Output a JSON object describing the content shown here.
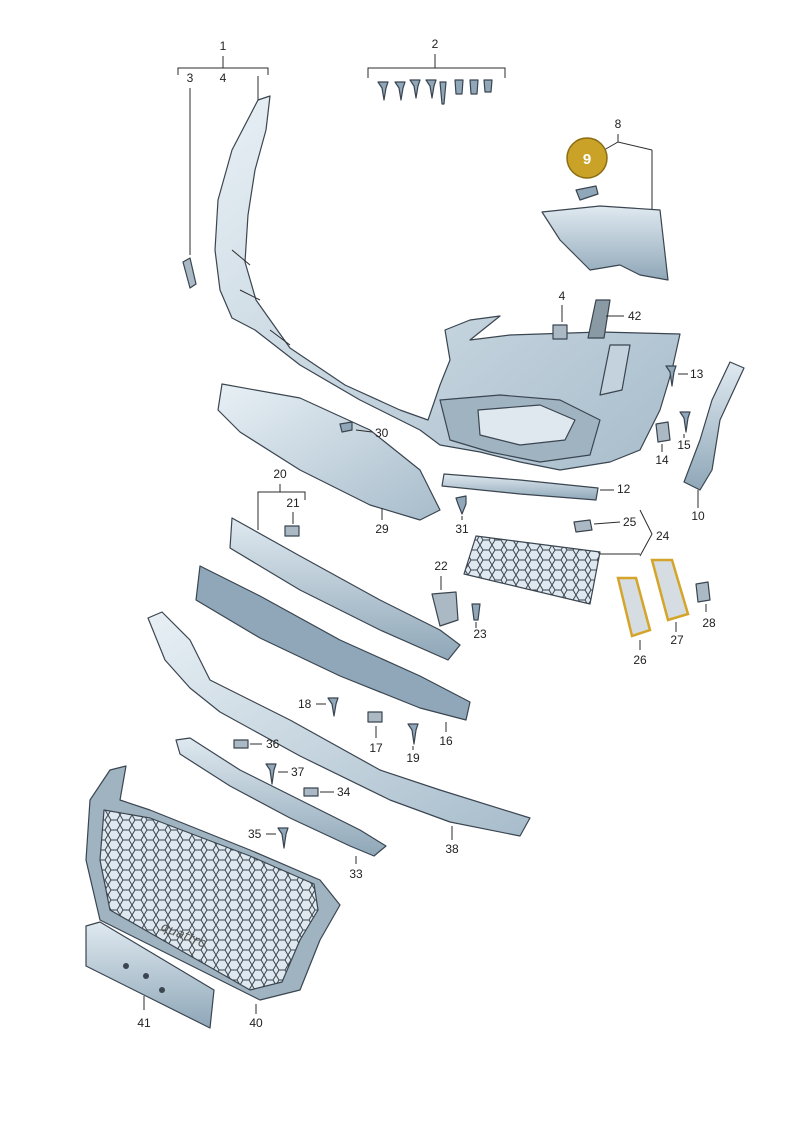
{
  "callouts": {
    "c1": "1",
    "c2": "2",
    "c3": "3",
    "c4a": "4",
    "c4b": "4",
    "c8": "8",
    "c10": "10",
    "c12": "12",
    "c13": "13",
    "c14": "14",
    "c15": "15",
    "c16": "16",
    "c17": "17",
    "c18": "18",
    "c19": "19",
    "c20": "20",
    "c21": "21",
    "c22": "22",
    "c23": "23",
    "c24": "24",
    "c25": "25",
    "c26": "26",
    "c27": "27",
    "c28": "28",
    "c29": "29",
    "c30": "30",
    "c31": "31",
    "c33": "33",
    "c34": "34",
    "c35": "35",
    "c36": "36",
    "c37": "37",
    "c38": "38",
    "c40": "40",
    "c41": "41",
    "c42": "42"
  },
  "highlight": {
    "label": "9",
    "color": "#c9a227"
  },
  "logo_text": "quattro",
  "colors": {
    "part_fill": "#cfdde6",
    "part_shade": "#9fb3c1",
    "highlight_outline": "#d4a52a"
  }
}
